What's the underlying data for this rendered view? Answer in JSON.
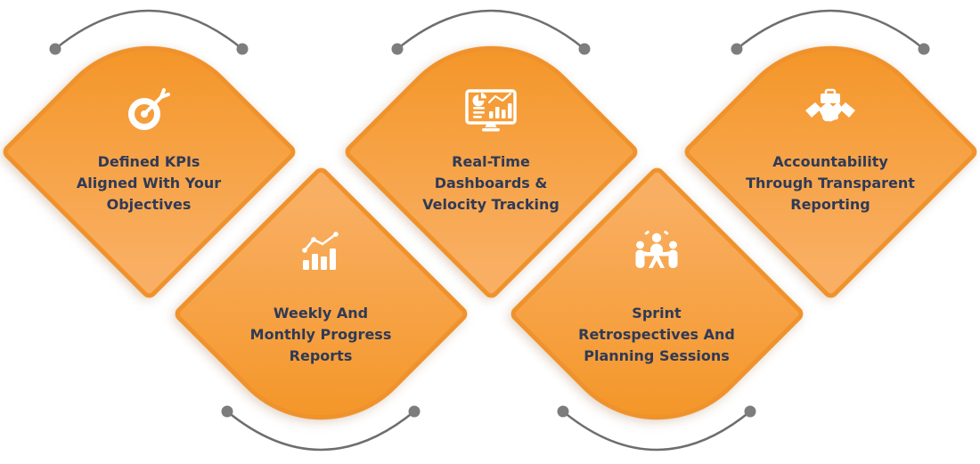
{
  "diagram": {
    "type": "zigzag-diamond-infographic",
    "card_count": 5
  },
  "palette": {
    "diamond_gradient_dark": "#F3921F",
    "diamond_gradient_light": "#F9AF63",
    "diamond_border": "#F0922C",
    "label_text": "#2F3A56",
    "icon_color": "#FFFFFF",
    "arc_line": "#6E6E6E",
    "arc_dot": "#7D7D7D",
    "background": "#FFFFFF"
  },
  "cards": [
    {
      "id": "defined-kpis",
      "row": "top",
      "icon": "target-arrow-icon",
      "lines": [
        "Defined KPIs",
        "Aligned With Your",
        "Objectives"
      ]
    },
    {
      "id": "weekly-monthly-reports",
      "row": "bottom",
      "icon": "bar-chart-trend-icon",
      "lines": [
        "Weekly And",
        "Monthly Progress",
        "Reports"
      ]
    },
    {
      "id": "realtime-dashboards",
      "row": "top",
      "icon": "dashboard-monitor-icon",
      "lines": [
        "Real-Time",
        "Dashboards &",
        "Velocity Tracking"
      ]
    },
    {
      "id": "sprint-retrospectives",
      "row": "bottom",
      "icon": "team-meeting-icon",
      "lines": [
        "Sprint",
        "Retrospectives And",
        "Planning Sessions"
      ]
    },
    {
      "id": "accountability-reporting",
      "row": "top",
      "icon": "handshake-briefcase-icon",
      "lines": [
        "Accountability",
        "Through Transparent",
        "Reporting"
      ]
    }
  ]
}
